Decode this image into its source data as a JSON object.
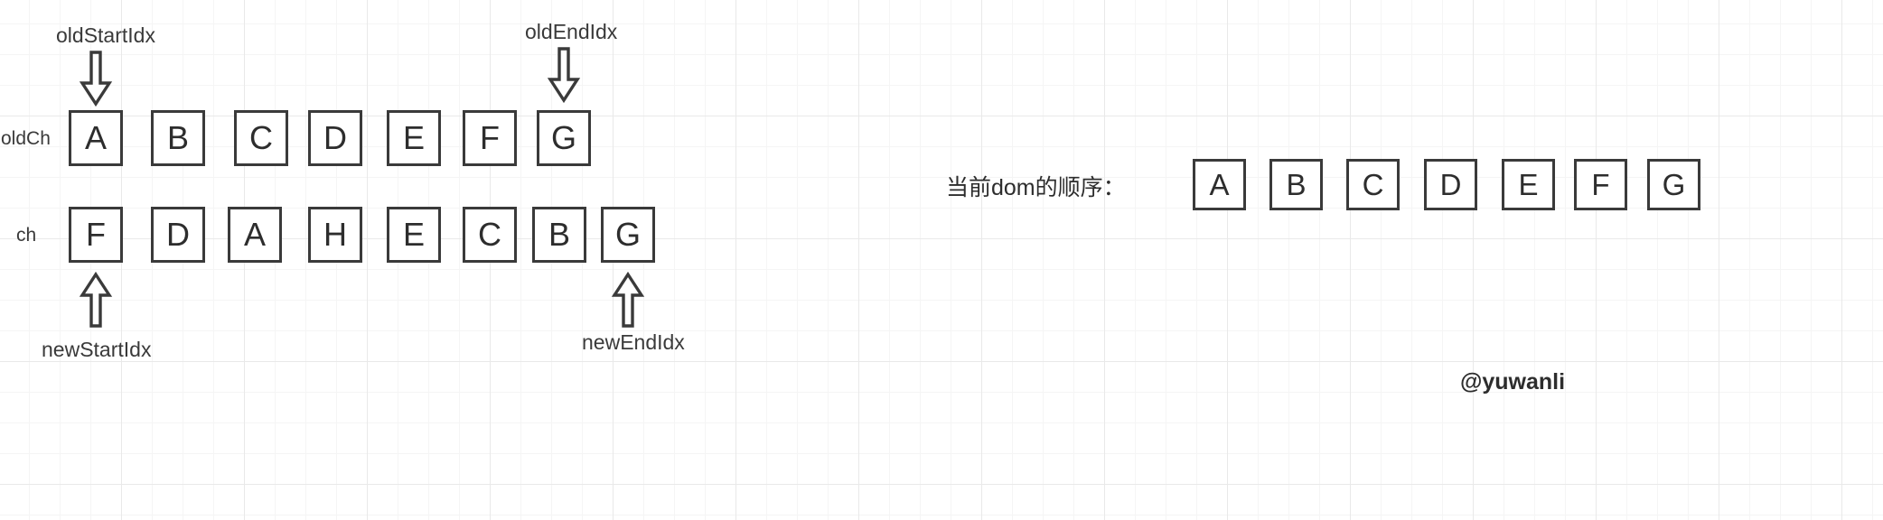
{
  "diagram": {
    "background": "#ffffff",
    "grid_color": "#e9e9e9",
    "stroke_color": "#3a3a3a",
    "text_color": "#2d2d2d"
  },
  "rows": {
    "old": {
      "label": "oldCh",
      "items": [
        "A",
        "B",
        "C",
        "D",
        "E",
        "F",
        "G"
      ]
    },
    "new": {
      "label": "ch",
      "items": [
        "F",
        "D",
        "A",
        "H",
        "E",
        "C",
        "B",
        "G"
      ]
    },
    "dom": {
      "caption": "当前dom的顺序：",
      "items": [
        "A",
        "B",
        "C",
        "D",
        "E",
        "F",
        "G"
      ]
    }
  },
  "pointers": {
    "old_start": {
      "label": "oldStartIdx",
      "target": "A",
      "direction": "down"
    },
    "old_end": {
      "label": "oldEndIdx",
      "target": "G",
      "direction": "down"
    },
    "new_start": {
      "label": "newStartIdx",
      "target": "F",
      "direction": "up"
    },
    "new_end": {
      "label": "newEndIdx",
      "target": "G",
      "direction": "up"
    }
  },
  "watermark": "@yuwanli"
}
